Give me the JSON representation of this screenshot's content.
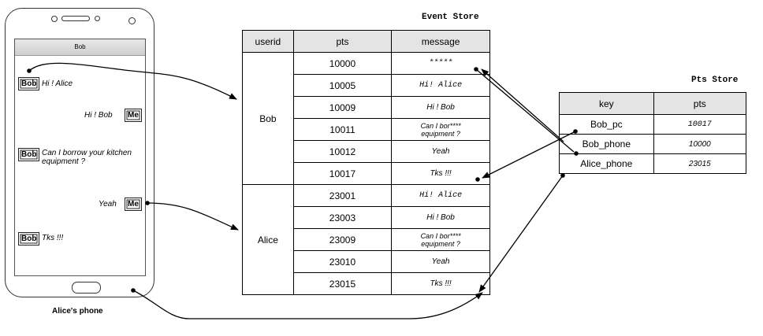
{
  "phone": {
    "screen_title": "Bob",
    "caption": "Alice's phone",
    "messages": [
      {
        "sender": "Bob",
        "text": "Hi ! Alice"
      },
      {
        "sender": "Me",
        "text": "Hi ! Bob"
      },
      {
        "sender": "Bob",
        "text": "Can I borrow your kitchen equipment ?"
      },
      {
        "sender": "Me",
        "text": "Yeah"
      },
      {
        "sender": "Bob",
        "text": "Tks !!!"
      }
    ]
  },
  "event_store": {
    "title": "Event Store",
    "headers": [
      "userid",
      "pts",
      "message"
    ],
    "groups": [
      {
        "userid": "Bob",
        "rows": [
          {
            "pts": "10000",
            "message": "*****"
          },
          {
            "pts": "10005",
            "message": "Hi! Alice"
          },
          {
            "pts": "10009",
            "message": "Hi ! Bob"
          },
          {
            "pts": "10011",
            "message": "Can I bor**** equipment ?"
          },
          {
            "pts": "10012",
            "message": "Yeah"
          },
          {
            "pts": "10017",
            "message": "Tks !!!"
          }
        ]
      },
      {
        "userid": "Alice",
        "rows": [
          {
            "pts": "23001",
            "message": "Hi! Alice"
          },
          {
            "pts": "23003",
            "message": "Hi ! Bob"
          },
          {
            "pts": "23009",
            "message": "Can I bor**** equipment ?"
          },
          {
            "pts": "23010",
            "message": "Yeah"
          },
          {
            "pts": "23015",
            "message": "Tks !!!"
          }
        ]
      }
    ]
  },
  "pts_store": {
    "title": "Pts Store",
    "headers": [
      "key",
      "pts"
    ],
    "rows": [
      {
        "key": "Bob_pc",
        "pts": "10017"
      },
      {
        "key": "Bob_phone",
        "pts": "10000"
      },
      {
        "key": "Alice_phone",
        "pts": "23015"
      }
    ]
  }
}
